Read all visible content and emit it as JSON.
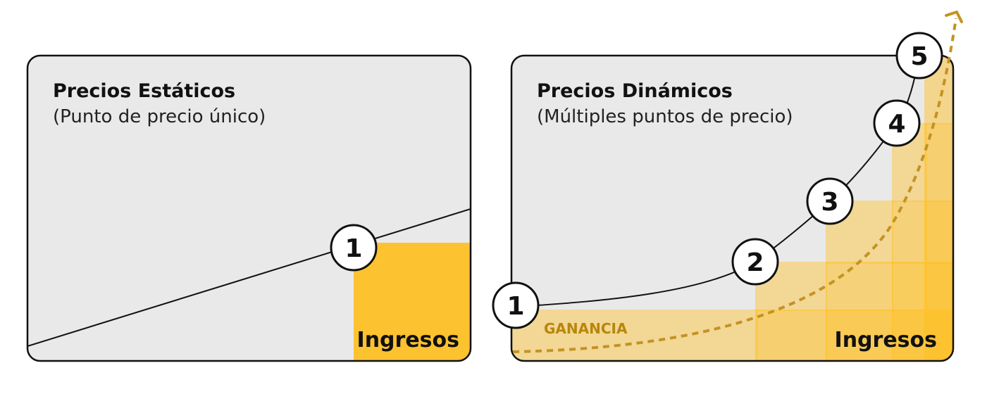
{
  "colors": {
    "panel_fill": "#e9e9e9",
    "panel_stroke": "#111111",
    "revenue_fill": "#fdc22f",
    "gain_text": "#b8860b",
    "arrow": "#c39323"
  },
  "static_panel": {
    "title": "Precios Estáticos",
    "subtitle": "(Punto de precio único)",
    "revenue_label": "Ingresos",
    "points": [
      {
        "label": "1"
      }
    ]
  },
  "dynamic_panel": {
    "title": "Precios Dinámicos",
    "subtitle": "(Múltiples puntos de precio)",
    "revenue_label": "Ingresos",
    "gain_label": "GANANCIA",
    "points": [
      {
        "label": "1"
      },
      {
        "label": "2"
      },
      {
        "label": "3"
      },
      {
        "label": "4"
      },
      {
        "label": "5"
      }
    ]
  }
}
